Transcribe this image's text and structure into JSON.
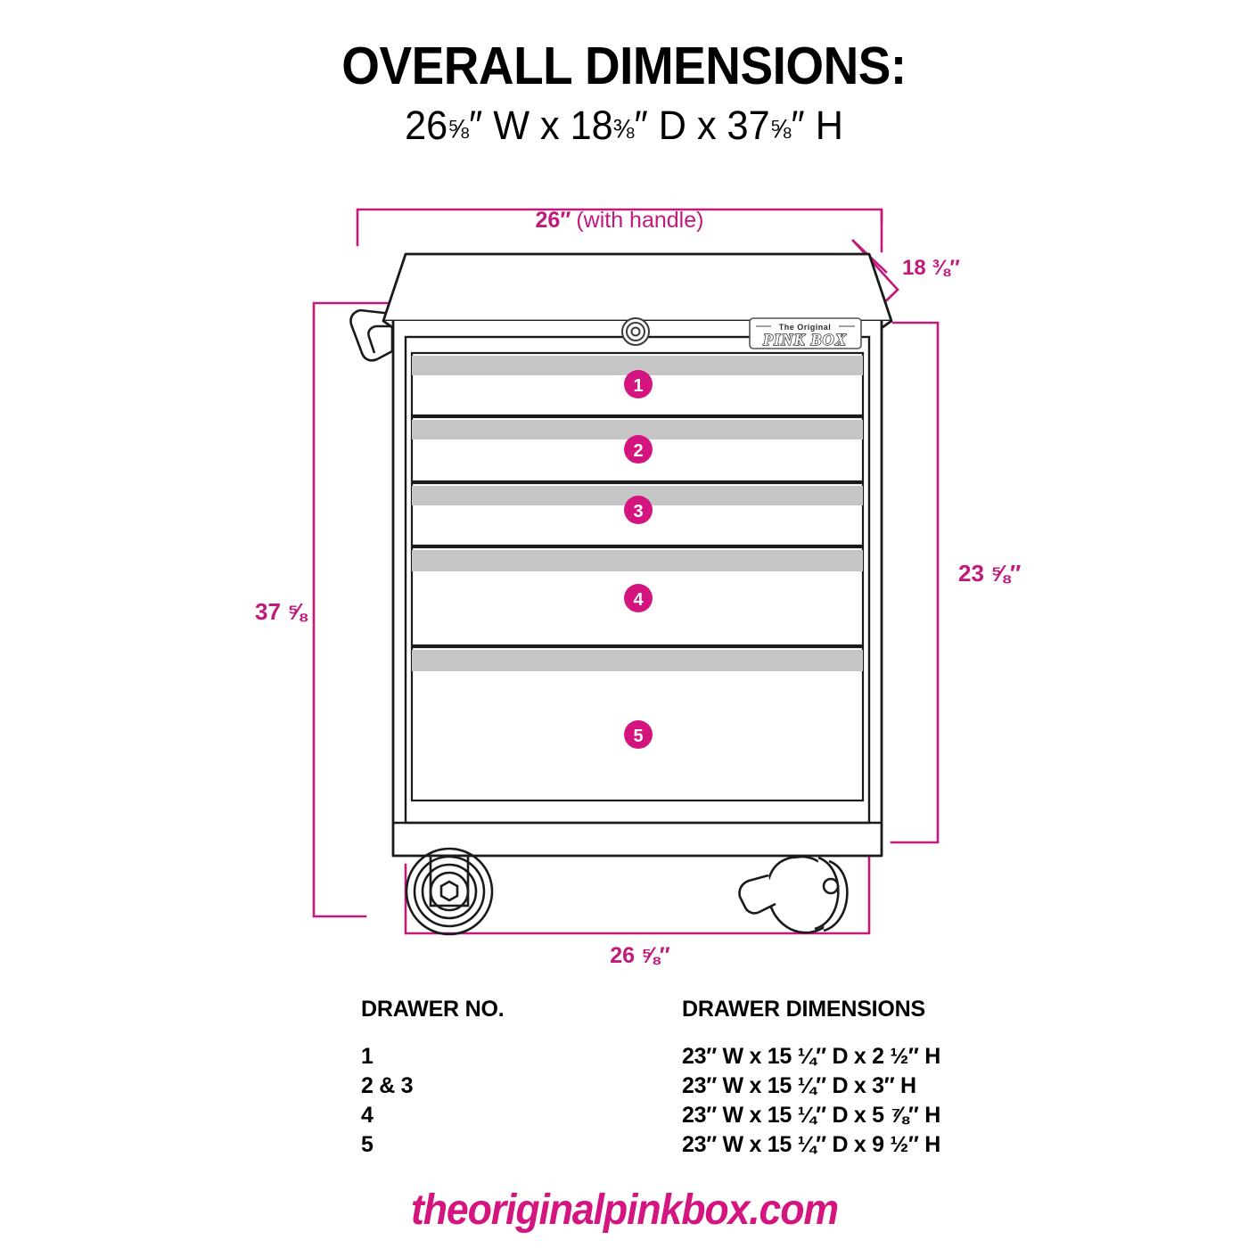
{
  "header": {
    "title": "OVERALL DIMENSIONS:",
    "subtitle_parts": {
      "w_whole": "26",
      "w_frac": "⅝",
      "w_label": "″ W x ",
      "d_whole": "18",
      "d_frac": "⅜",
      "d_label": "″ D x ",
      "h_whole": "37",
      "h_frac": "⅝",
      "h_label": "″ H"
    },
    "subtitle_plain": "26 ⅝″ W x 18 ⅜″ D x 37 ⅝″ H"
  },
  "dimensions": {
    "top_width_value": "26″",
    "top_width_note": "(with handle)",
    "depth_label": "18 ⅜″",
    "left_height_label": "37 ⅝",
    "right_height_label": "23 ⅝″",
    "bottom_width_label": "26 ⅝″"
  },
  "product": {
    "logo_top": "The Original",
    "logo_main": "PINK BOX",
    "lock_label": "lock-cylinder",
    "drawer_badges": [
      "1",
      "2",
      "3",
      "4",
      "5"
    ]
  },
  "table": {
    "head_no": "DRAWER NO.",
    "head_dim": "DRAWER DIMENSIONS",
    "rows": [
      {
        "no": "1",
        "dim": "23″ W x 15 ¼″ D x 2 ½″ H"
      },
      {
        "no": "2 & 3",
        "dim": "23″ W x 15 ¼″ D x 3″ H"
      },
      {
        "no": "4",
        "dim": "23″ W x 15 ¼″ D x 5 ⅞″ H"
      },
      {
        "no": "5",
        "dim": "23″ W x 15 ¼″ D x 9 ½″ H"
      }
    ]
  },
  "footer": {
    "url": "theoriginalpinkbox.com"
  },
  "colors": {
    "magenta": "#C2197C",
    "badge_pink": "#D4157F",
    "outline": "#1a1a1a",
    "drawer_pull": "#c6c6c6",
    "background": "#ffffff"
  }
}
